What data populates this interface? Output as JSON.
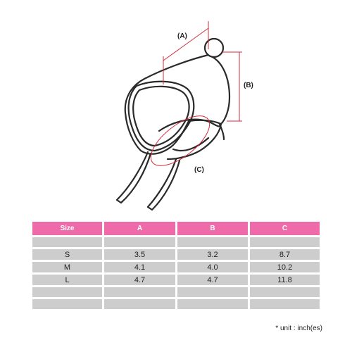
{
  "diagram": {
    "label_a": "(A)",
    "label_b": "(B)",
    "label_c": "(C)"
  },
  "table": {
    "headers": [
      "Size",
      "A",
      "B",
      "C"
    ],
    "rows": [
      [
        "S",
        "3.5",
        "3.2",
        "8.7"
      ],
      [
        "M",
        "4.1",
        "4.0",
        "10.2"
      ],
      [
        "L",
        "4.7",
        "4.7",
        "11.8"
      ]
    ]
  },
  "unit_note": "* unit : inch(es)",
  "colors": {
    "header_bg": "#ef6aa9",
    "cell_bg": "#cdcdcd",
    "measure_line": "#d42a3c"
  }
}
